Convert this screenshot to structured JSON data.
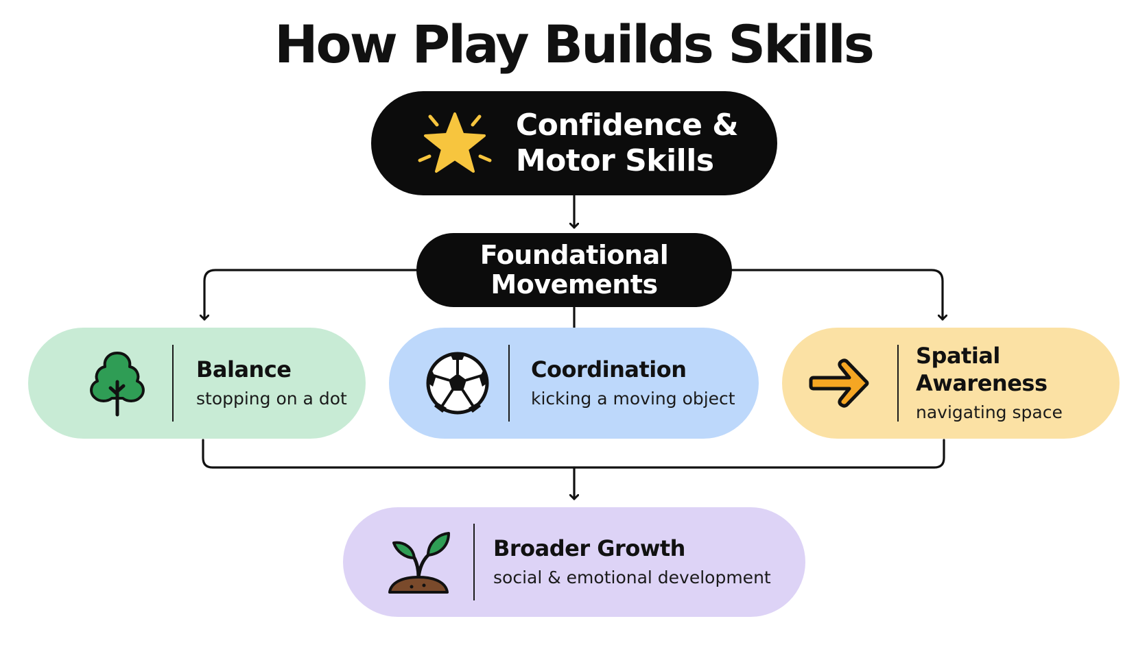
{
  "title": "How Play Builds Skills",
  "top_node": {
    "line1": "Confidence &",
    "line2": "Motor Skills",
    "icon": "star-icon"
  },
  "middle_node": {
    "line1": "Foundational",
    "line2": "Movements"
  },
  "skills": [
    {
      "name": "Balance",
      "description": "stopping on a dot",
      "icon": "tree-icon",
      "color": "#c8ebd5"
    },
    {
      "name": "Coordination",
      "description": "kicking a moving object",
      "icon": "soccer-ball-icon",
      "color": "#bdd8fb"
    },
    {
      "name": "Spatial Awareness",
      "description": "navigating space",
      "icon": "arrow-right-icon",
      "color": "#fbe1a4"
    }
  ],
  "outcome": {
    "name": "Broader Growth",
    "description": "social & emotional development",
    "icon": "sprout-icon",
    "color": "#ddd3f6"
  },
  "colors": {
    "dark_node": "#0c0c0c",
    "star": "#f7c53e",
    "leaf_green": "#2f9d55",
    "arrow_orange": "#f5a623"
  }
}
